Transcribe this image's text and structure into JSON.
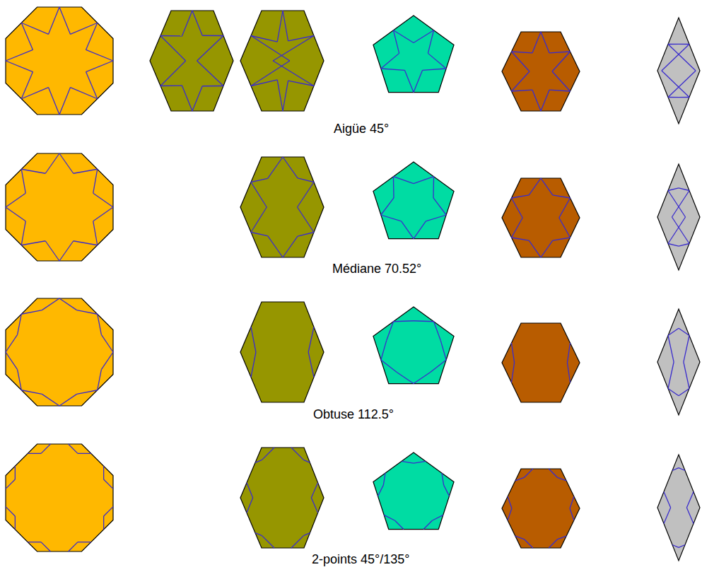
{
  "diagram": {
    "labels": [
      "Aigüe 45°",
      "Médiane 70.52°",
      "Obtuse 112.5°",
      "2-points 45°/135°"
    ]
  }
}
